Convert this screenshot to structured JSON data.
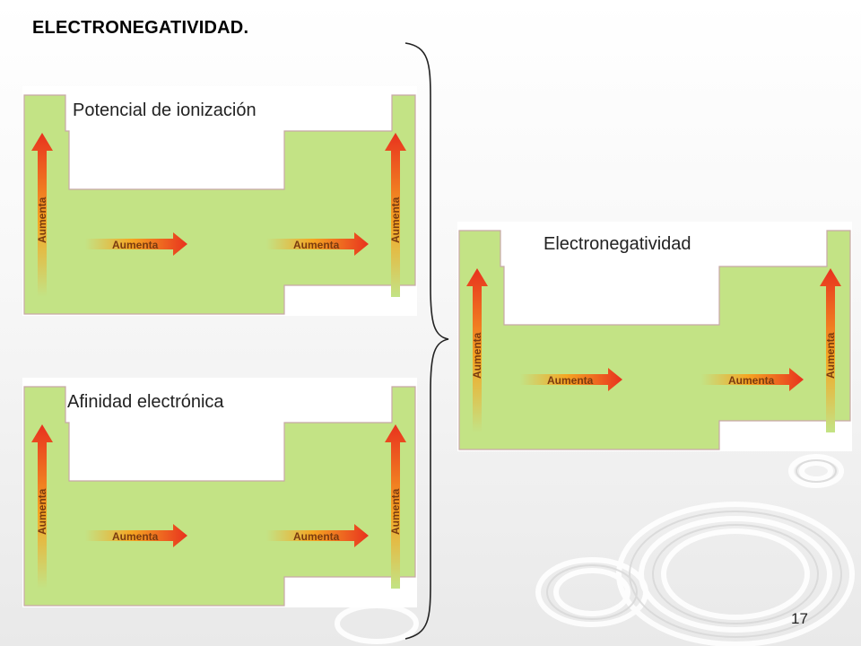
{
  "slide": {
    "title": "ELECTRONEGATIVIDAD.",
    "page_number": "17"
  },
  "panels": [
    {
      "id": "ionization",
      "label": "Potencial de ionización",
      "arrow_text": "Aumenta"
    },
    {
      "id": "affinity",
      "label": "Afinidad electrónica",
      "arrow_text": "Aumenta"
    },
    {
      "id": "electronegativity",
      "label": "Electronegatividad",
      "arrow_text": "Aumenta"
    }
  ],
  "colors": {
    "table_fill": "#c3e385",
    "table_border": "#c8a8a8",
    "arrow_red": "#e8321e",
    "arrow_orange": "#f5a623"
  }
}
